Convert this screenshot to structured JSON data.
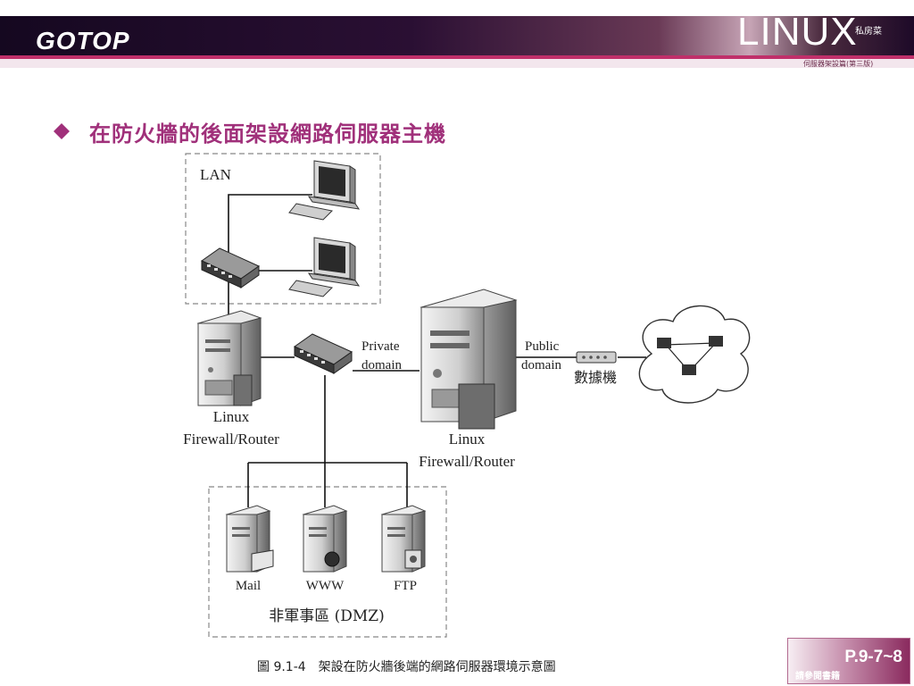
{
  "header": {
    "brand_left": "GOTOP",
    "brand_right": "LINUX",
    "brand_right_suffix": "私房菜",
    "brand_right_subtitle": "伺服器架設篇(第三版)"
  },
  "slide": {
    "title": "在防火牆的後面架設網路伺服器主機",
    "bullet_icon": "diamond-bullet-icon"
  },
  "diagram": {
    "lan_label": "LAN",
    "dmz_label": "非軍事區 (DMZ)",
    "router1_line1": "Linux",
    "router1_line2": "Firewall/Router",
    "router2_line1": "Linux",
    "router2_line2": "Firewall/Router",
    "private_line1": "Private",
    "private_line2": "domain",
    "public_line1": "Public",
    "public_line2": "domain",
    "modem_label": "數據機",
    "server_mail": "Mail",
    "server_www": "WWW",
    "server_ftp": "FTP"
  },
  "caption": "圖 9.1-4　架設在防火牆後端的網路伺服器環境示意圖",
  "footer": {
    "page_ref": "P.9-7~8",
    "page_note": "請參閱書籍"
  },
  "colors": {
    "title": "#a0307a",
    "header_dark": "#1e0a2a",
    "header_accent": "#c0306a"
  }
}
